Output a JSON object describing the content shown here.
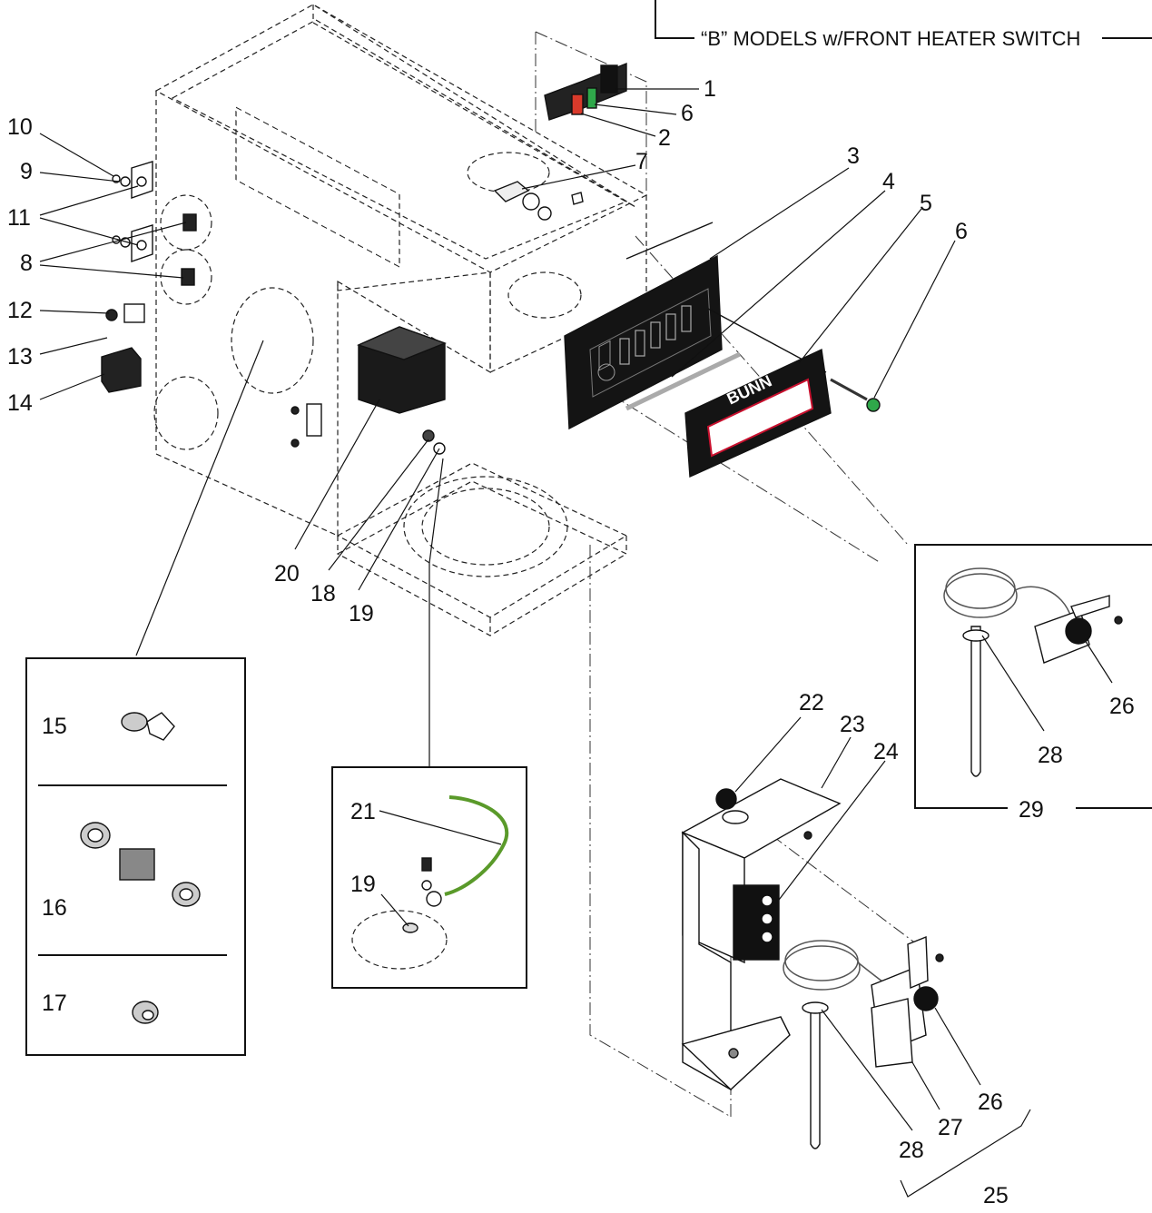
{
  "header": {
    "label": "“B” MODELS w/FRONT HEATER SWITCH"
  },
  "callouts": [
    {
      "id": "c1",
      "text": "1"
    },
    {
      "id": "c2",
      "text": "2"
    },
    {
      "id": "c3",
      "text": "3"
    },
    {
      "id": "c4",
      "text": "4"
    },
    {
      "id": "c5",
      "text": "5"
    },
    {
      "id": "c6a",
      "text": "6"
    },
    {
      "id": "c6b",
      "text": "6"
    },
    {
      "id": "c7",
      "text": "7"
    },
    {
      "id": "c8",
      "text": "8"
    },
    {
      "id": "c9",
      "text": "9"
    },
    {
      "id": "c10",
      "text": "10"
    },
    {
      "id": "c11",
      "text": "11"
    },
    {
      "id": "c12",
      "text": "12"
    },
    {
      "id": "c13",
      "text": "13"
    },
    {
      "id": "c14",
      "text": "14"
    },
    {
      "id": "c15",
      "text": "15"
    },
    {
      "id": "c16",
      "text": "16"
    },
    {
      "id": "c17",
      "text": "17"
    },
    {
      "id": "c18",
      "text": "18"
    },
    {
      "id": "c19a",
      "text": "19"
    },
    {
      "id": "c19b",
      "text": "19"
    },
    {
      "id": "c20",
      "text": "20"
    },
    {
      "id": "c21",
      "text": "21"
    },
    {
      "id": "c22",
      "text": "22"
    },
    {
      "id": "c23",
      "text": "23"
    },
    {
      "id": "c24",
      "text": "24"
    },
    {
      "id": "c25",
      "text": "25"
    },
    {
      "id": "c26a",
      "text": "26"
    },
    {
      "id": "c26b",
      "text": "26"
    },
    {
      "id": "c27",
      "text": "27"
    },
    {
      "id": "c28a",
      "text": "28"
    },
    {
      "id": "c28b",
      "text": "28"
    },
    {
      "id": "c29",
      "text": "29"
    }
  ],
  "panel_logo": "BUNN",
  "colors": {
    "line": "#111111",
    "switch_red": "#d93a2b",
    "switch_green": "#2fa84a",
    "ground_wire": "#5a9a2a",
    "panel_black": "#141414",
    "logo_red": "#c8102e"
  }
}
